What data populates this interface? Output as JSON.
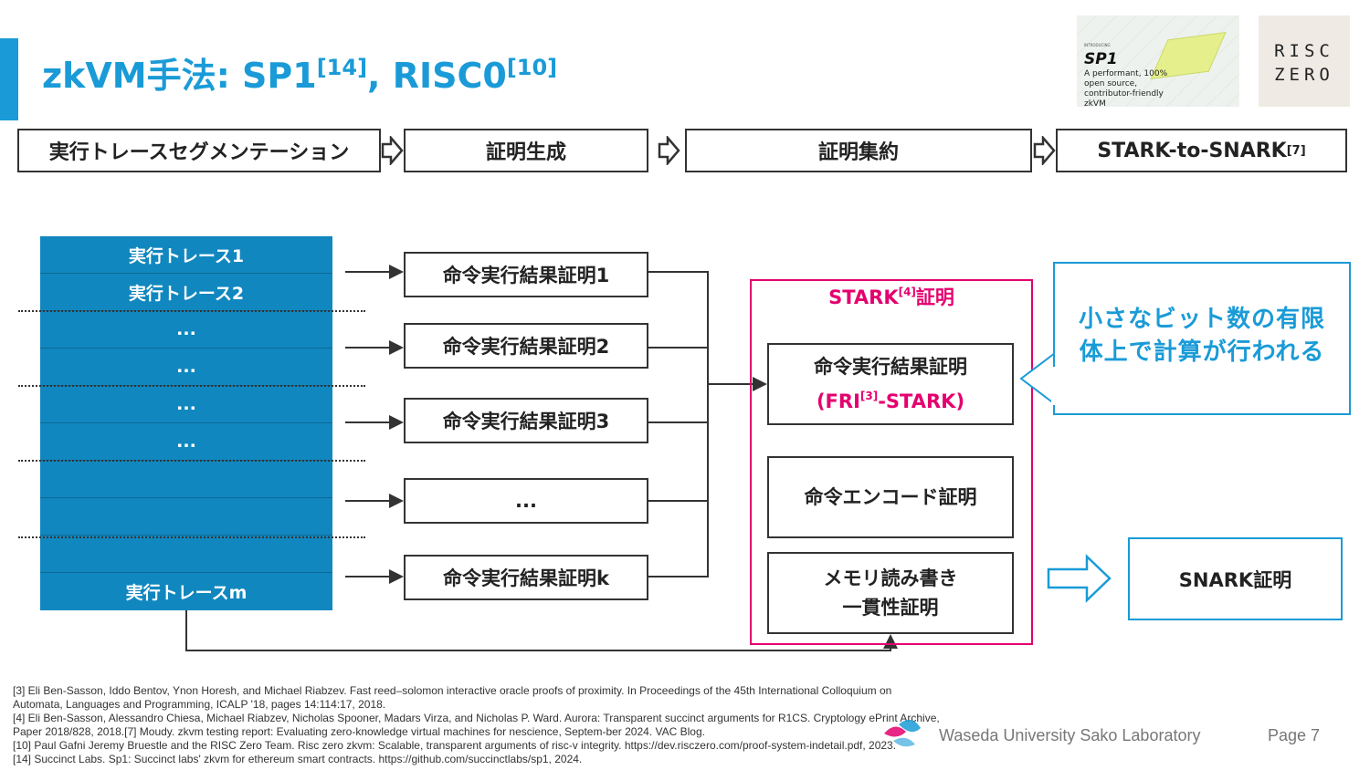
{
  "title": {
    "main": "zkVM手法: SP1",
    "ref1": "[14]",
    "sep": ", RISC0",
    "ref2": "[10]"
  },
  "logos": {
    "sp1": {
      "small": "INTRODUCING",
      "name": "SP1",
      "tagline": "A performant, 100% open source, contributor-friendly zkVM"
    },
    "risc0": {
      "line1": "RISC",
      "line2": "ZERO"
    }
  },
  "pipeline": {
    "stages": [
      "実行トレースセグメンテーション",
      "証明生成",
      "証明集約",
      "STARK-to-SNARK"
    ],
    "last_ref": "[7]"
  },
  "traces": [
    "実行トレース1",
    "実行トレース2",
    "...",
    "...",
    "...",
    "...",
    "",
    "",
    "",
    "実行トレースm"
  ],
  "proofs": [
    "命令実行結果証明1",
    "命令実行結果証明2",
    "命令実行結果証明3",
    "...",
    "命令実行結果証明k"
  ],
  "stark": {
    "label": "STARK",
    "label_ref": "[4]",
    "label_suffix": "証明",
    "box1_line1": "命令実行結果証明",
    "box1_line2_pre": "(FRI",
    "box1_line2_ref": "[3]",
    "box1_line2_post": "-STARK)",
    "box2": "命令エンコード証明",
    "box3_line1": "メモリ読み書き",
    "box3_line2": "一貫性証明"
  },
  "callout": {
    "line1": "小さなビット数の有限",
    "line2": "体上で計算が行われる"
  },
  "snark": "SNARK証明",
  "references": [
    "[3] Eli Ben-Sasson, Iddo Bentov, Ynon Horesh, and Michael Riabzev. Fast reed–solomon interactive oracle proofs of proximity. In Proceedings of the 45th International Colloquium on",
    "Automata, Languages and Programming, ICALP '18, pages 14:114:17, 2018.",
    "[4] Eli Ben-Sasson, Alessandro Chiesa, Michael Riabzev, Nicholas Spooner, Madars Virza, and Nicholas P. Ward. Aurora: Transparent succinct arguments for R1CS. Cryptology ePrint Archive,",
    "Paper 2018/828, 2018.[7] Moudy. zkvm testing report: Evaluating zero-knowledge virtual machines for nescience, Septem-ber 2024. VAC Blog.",
    "[10] Paul Gafni Jeremy Bruestle and the RISC Zero Team. Risc zero zkvm: Scalable, transparent arguments of risc-v integrity. https://dev.risczero.com/proof-system-indetail.pdf, 2023.",
    "[14] Succinct Labs. Sp1: Succinct labs' zkvm for ethereum smart contracts. https://github.com/succinctlabs/sp1, 2024."
  ],
  "footer": {
    "lab": "Waseda University Sako Laboratory",
    "page": "Page 7"
  },
  "colors": {
    "accent": "#1a9bd7",
    "trace_fill": "#1187bf",
    "stark": "#e4006e"
  }
}
